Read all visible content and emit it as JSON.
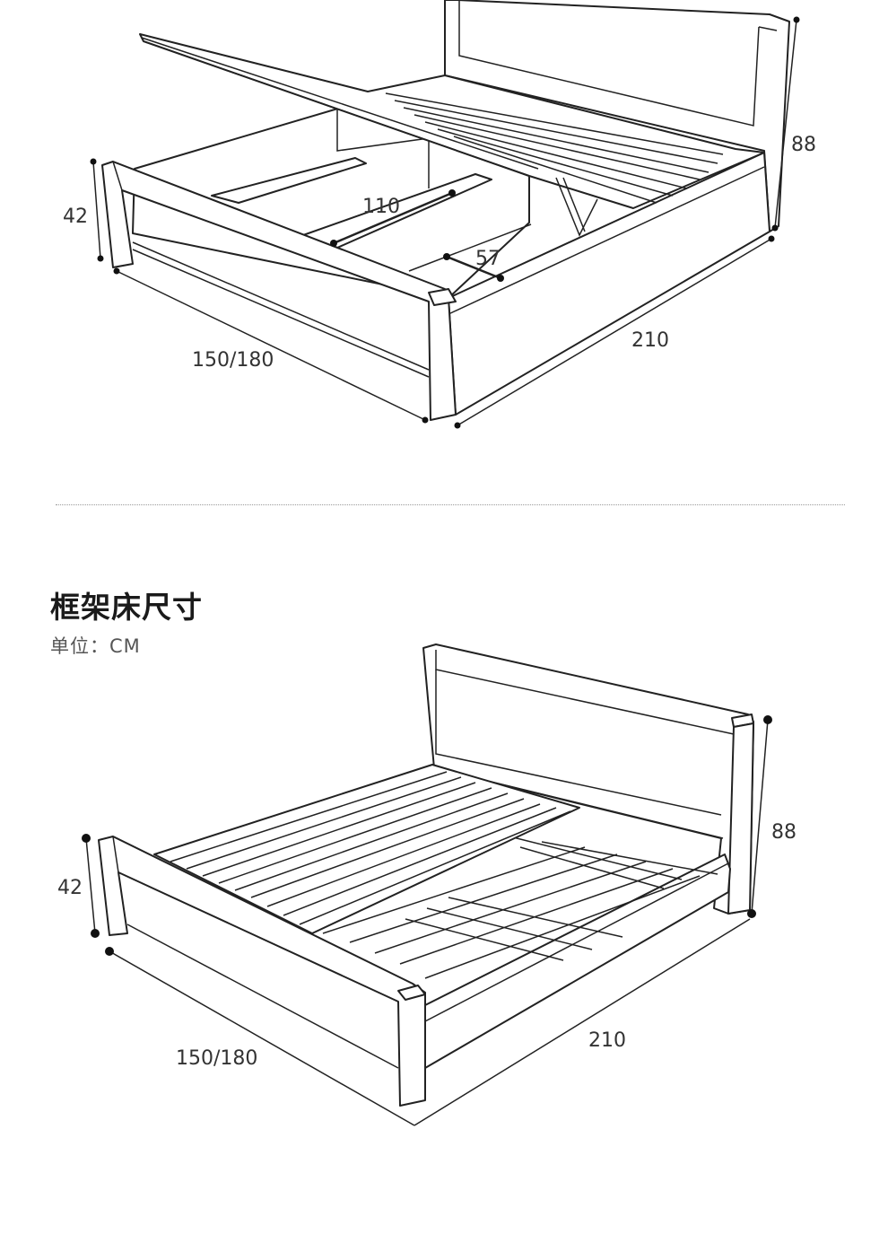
{
  "heading": "框架床尺寸",
  "unit": "单位：CM",
  "storage_bed": {
    "height_headboard": "88",
    "height_footboard": "42",
    "width": "150/180",
    "length": "210",
    "compartment_width": "110",
    "compartment_depth": "57"
  },
  "frame_bed": {
    "height_headboard": "88",
    "height_footboard": "42",
    "width": "150/180",
    "length": "210"
  },
  "colors": {
    "line": "#222222",
    "text": "#333333",
    "background": "#ffffff"
  }
}
